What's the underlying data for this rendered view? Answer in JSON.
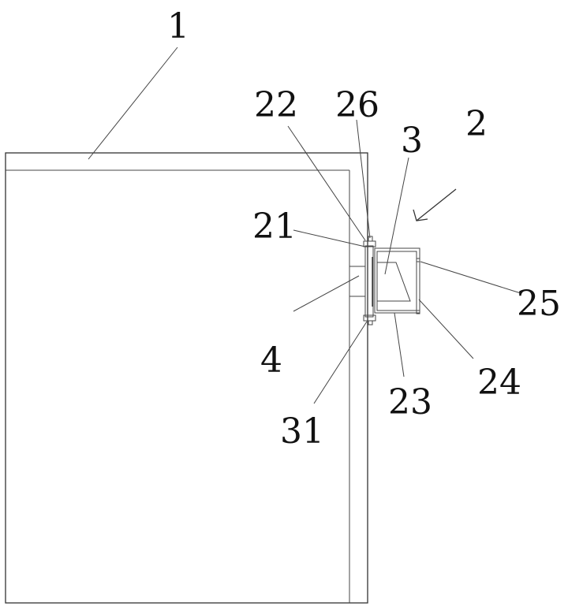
{
  "labels": {
    "l1": "1",
    "l2": "2",
    "l3": "3",
    "l4": "4",
    "l21": "21",
    "l22": "22",
    "l23": "23",
    "l24": "24",
    "l25": "25",
    "l26": "26",
    "l31": "31"
  }
}
